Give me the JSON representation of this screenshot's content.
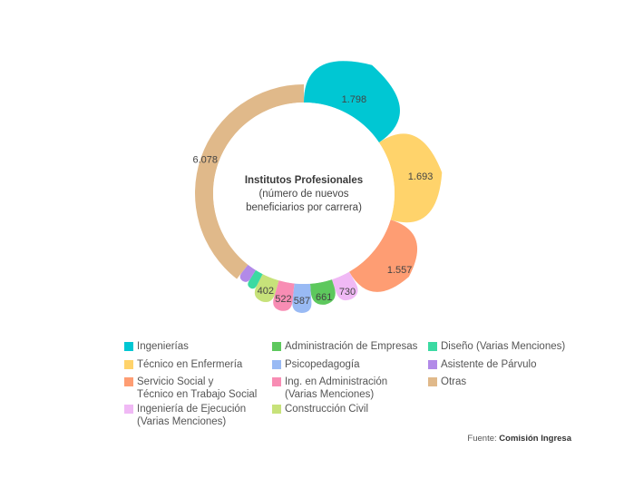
{
  "chart_data": {
    "type": "pie",
    "variant": "variable-radius donut (rose)",
    "center_title": "Institutos Profesionales",
    "center_subtitle_line1": "(número de nuevos",
    "center_subtitle_line2": "beneficiarios por carrera)",
    "slices": [
      {
        "name": "Ingenierías",
        "value": 1798,
        "label": "1.798",
        "color": "#00c7d3"
      },
      {
        "name": "Técnico en Enfermería",
        "value": 1693,
        "label": "1.693",
        "color": "#ffd36b"
      },
      {
        "name": "Servicio Social y Técnico en Trabajo Social",
        "value": 1557,
        "label": "1.557",
        "color": "#fe9d73"
      },
      {
        "name": "Ingeniería de Ejecución (Varias Menciones)",
        "value": 730,
        "label": "730",
        "color": "#f0b9f5"
      },
      {
        "name": "Administración de Empresas",
        "value": 661,
        "label": "661",
        "color": "#5dc85d"
      },
      {
        "name": "Psicopedagogía",
        "value": 587,
        "label": "587",
        "color": "#99baf4"
      },
      {
        "name": "Ing. en Administración (Varias Menciones)",
        "value": 522,
        "label": "522",
        "color": "#f88db4"
      },
      {
        "name": "Construcción Civil",
        "value": 402,
        "label": "402",
        "color": "#c7e27a"
      },
      {
        "name": "Diseño (Varias Menciones)",
        "value": null,
        "label": "",
        "color": "#3bdaa2"
      },
      {
        "name": "Asistente de Párvulo",
        "value": null,
        "label": "",
        "color": "#b28ae8"
      },
      {
        "name": "Otras",
        "value": 6078,
        "label": "6.078",
        "color": "#e0b98a"
      }
    ]
  },
  "legend": [
    {
      "label": "Ingenierías",
      "color": "#00c7d3"
    },
    {
      "label": "Administración de Empresas",
      "color": "#5dc85d"
    },
    {
      "label": "Diseño (Varias Menciones)",
      "color": "#3bdaa2"
    },
    {
      "label": "Técnico en Enfermería",
      "color": "#ffd36b"
    },
    {
      "label": "Psicopedagogía",
      "color": "#99baf4"
    },
    {
      "label": "Asistente de Párvulo",
      "color": "#b28ae8"
    },
    {
      "label_line1": "Servicio Social y",
      "label_line2": "Técnico en Trabajo Social",
      "color": "#fe9d73"
    },
    {
      "label_line1": "Ing. en Administración",
      "label_line2": "(Varias Menciones)",
      "color": "#f88db4"
    },
    {
      "label": "Otras",
      "color": "#e0b98a"
    },
    {
      "label_line1": "Ingeniería de Ejecución",
      "label_line2": "(Varias Menciones)",
      "color": "#f0b9f5"
    },
    {
      "label": "Construcción Civil",
      "color": "#c7e27a"
    }
  ],
  "source": {
    "prefix": "Fuente:",
    "name": "Comisión Ingresa"
  }
}
